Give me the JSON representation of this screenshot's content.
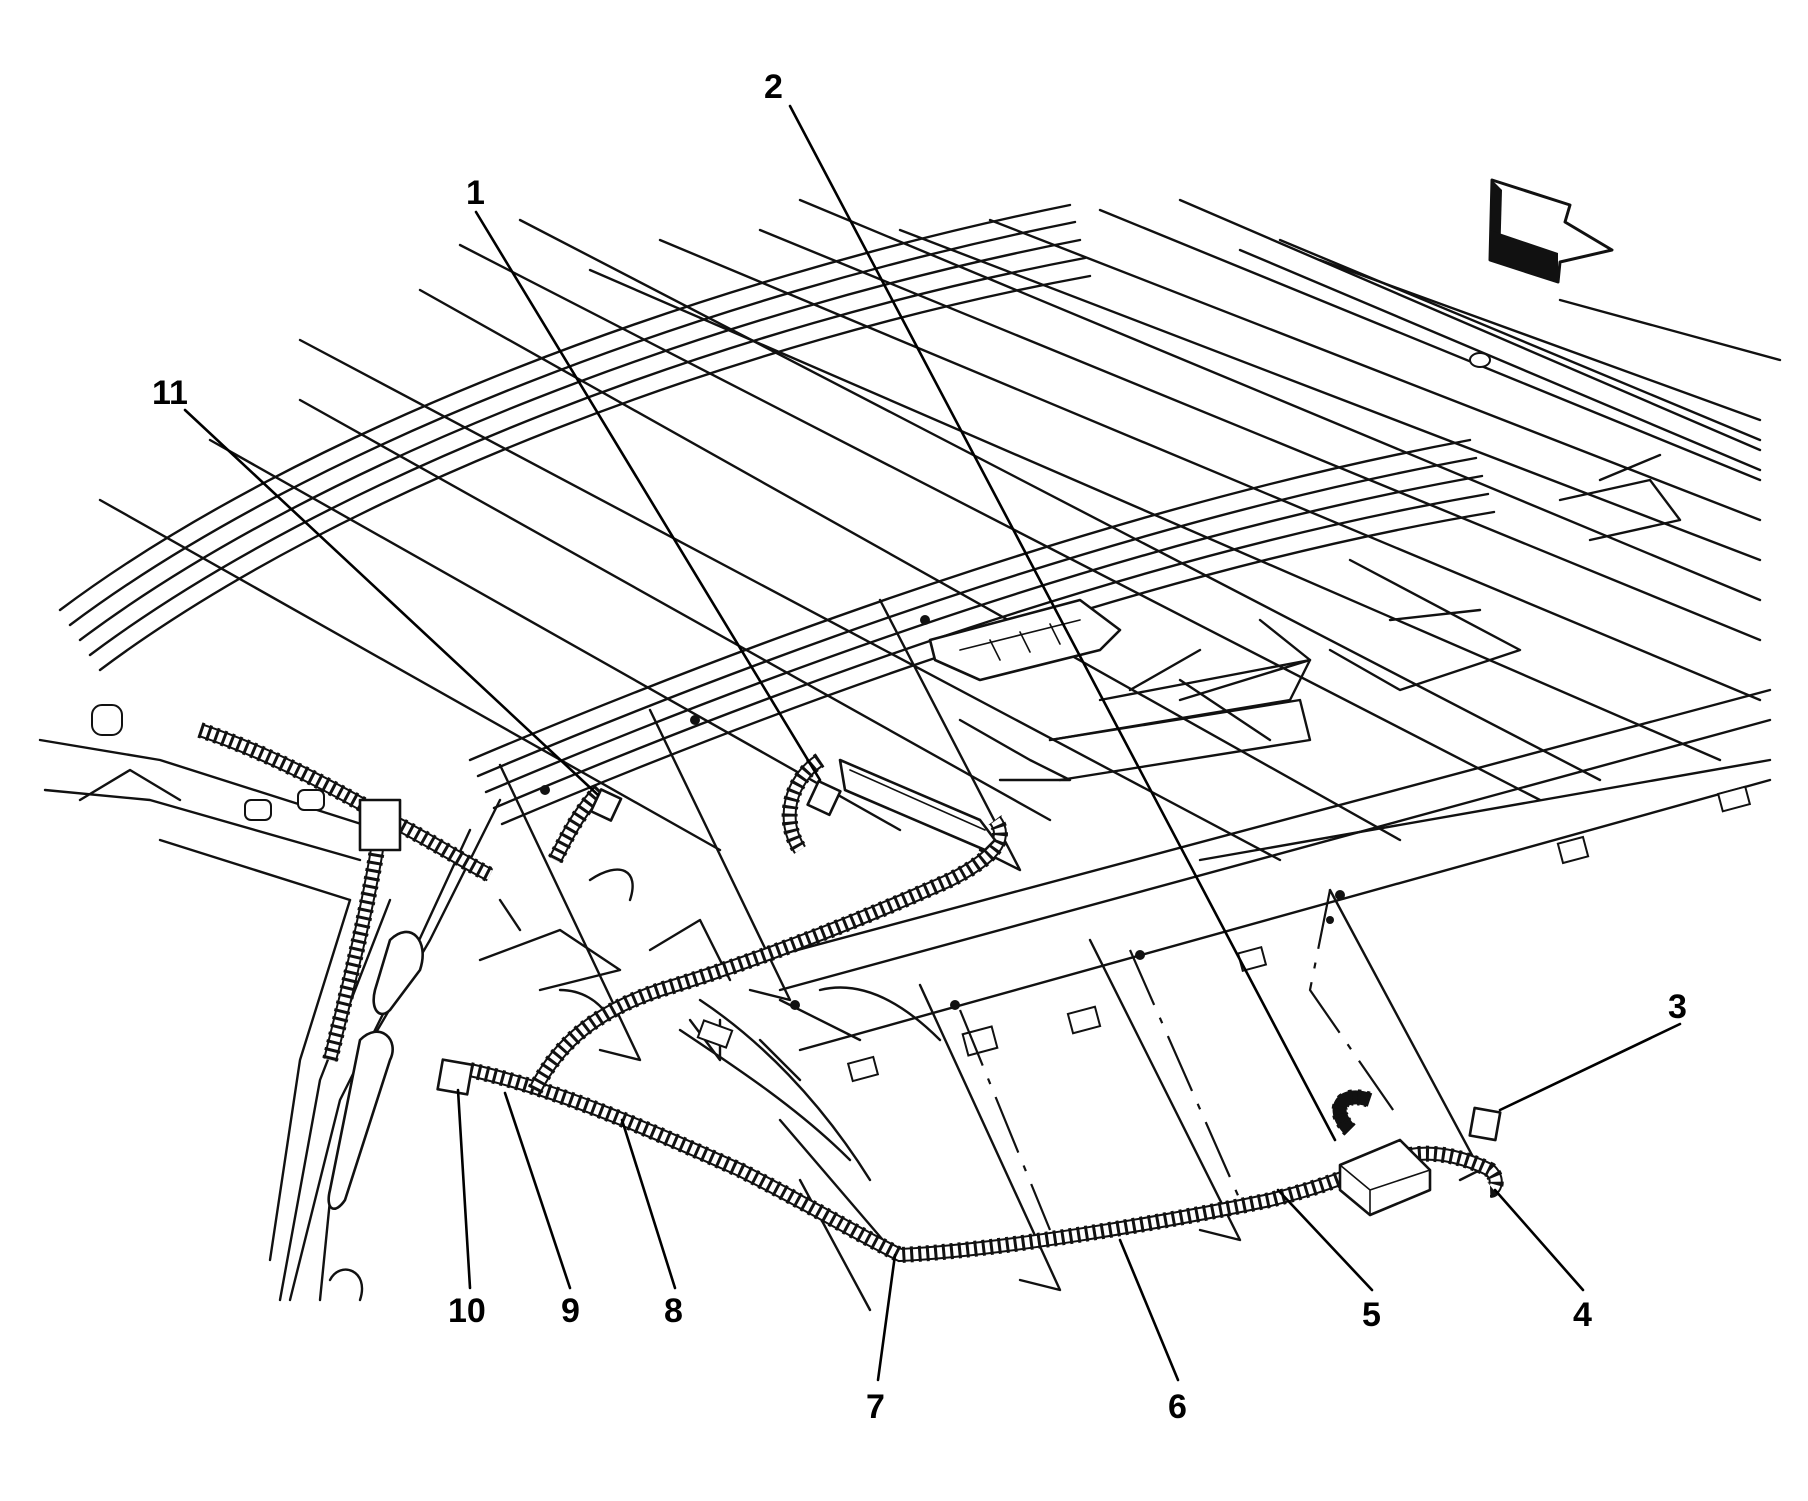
{
  "callouts": [
    {
      "id": "c1",
      "label": "1"
    },
    {
      "id": "c2",
      "label": "2"
    },
    {
      "id": "c3",
      "label": "3"
    },
    {
      "id": "c4",
      "label": "4"
    },
    {
      "id": "c5",
      "label": "5"
    },
    {
      "id": "c6",
      "label": "6"
    },
    {
      "id": "c7",
      "label": "7"
    },
    {
      "id": "c8",
      "label": "8"
    },
    {
      "id": "c9",
      "label": "9"
    },
    {
      "id": "c10",
      "label": "10"
    },
    {
      "id": "c11",
      "label": "11"
    }
  ],
  "icons": {
    "direction": "forward-arrow-icon"
  }
}
